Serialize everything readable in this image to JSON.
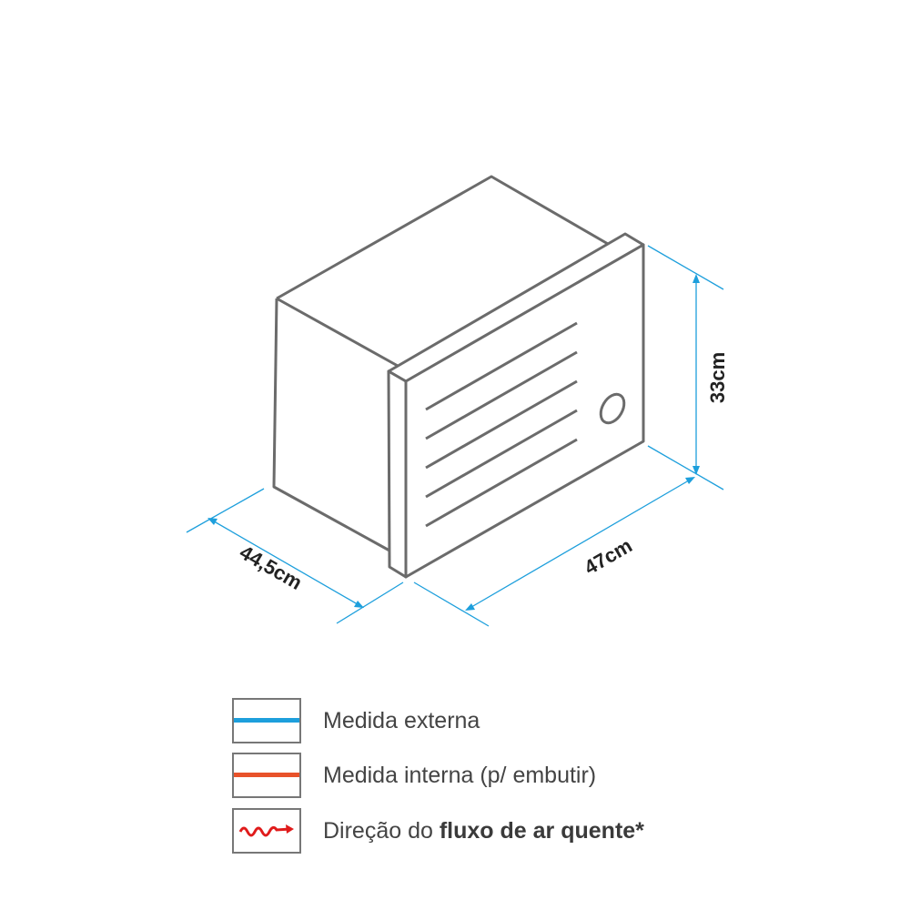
{
  "diagram": {
    "dimensions": {
      "height": "33cm",
      "width": "47cm",
      "depth": "44,5cm"
    },
    "colors": {
      "outline": "#6b6b6b",
      "external": "#1d9fdc",
      "internal": "#e8522a",
      "airflow": "#e01b1b"
    }
  },
  "legend": [
    {
      "icon": "blue-line",
      "label": "Medida externa"
    },
    {
      "icon": "orange-line",
      "label": "Medida interna (p/ embutir)"
    },
    {
      "icon": "red-wavy-arrow",
      "label_normal": "Direção do ",
      "label_bold": "fluxo de ar quente*"
    }
  ]
}
